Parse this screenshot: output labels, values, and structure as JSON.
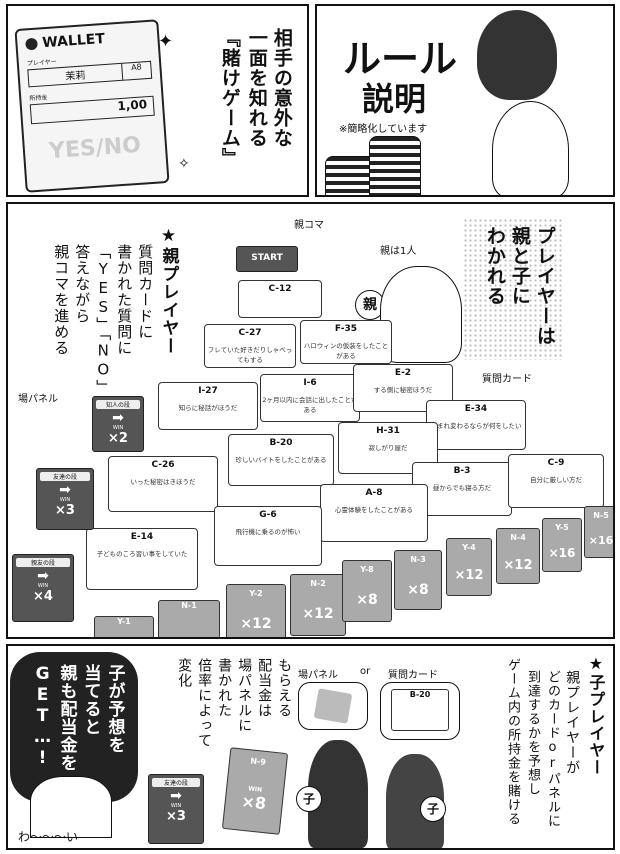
{
  "panel1": {
    "wallet": {
      "logo": "WALLET",
      "player_label": "プレイヤー",
      "player_name": "茉莉",
      "seat": "A8",
      "balance_label": "所持金",
      "balance": "1,00",
      "yes_no": "YES/NO"
    },
    "caption": [
      "相手の意外な",
      "一面を知れる",
      "『賭けゲーム』"
    ]
  },
  "panel2": {
    "title_line1": "ルール",
    "title_line2": "説明",
    "note": "※簡略化しています"
  },
  "panel3": {
    "parent_player_note": [
      "★親プレイヤー",
      "質問カードに",
      "書かれた質問に",
      "「YES」「NO」で",
      "答えながら",
      "親コマを進める"
    ],
    "split_note": [
      "プレイヤーは",
      "親と子に",
      "わかれる"
    ],
    "oyakoma_label": "親コマ",
    "oya_count_label": "親は1人",
    "oya_badge": "親",
    "field_panel_label": "場パネル",
    "question_card_label": "質問カード",
    "start_label": "START",
    "cards": [
      {
        "code": "C-12",
        "text": ""
      },
      {
        "code": "C-27",
        "text": "フレていた好きだりしゃべってもする"
      },
      {
        "code": "F-35",
        "text": "ハロウィンの仮装をしたことがある"
      },
      {
        "code": "I-27",
        "text": "知らに秘話がほうだ"
      },
      {
        "code": "I-6",
        "text": "2ヶ月以内に会話に出したことがある"
      },
      {
        "code": "E-2",
        "text": "する側に秘密ほうだ"
      },
      {
        "code": "E-34",
        "text": "生まれ変わるならが何をしたい"
      },
      {
        "code": "B-20",
        "text": "珍しいバイトをしたことがある"
      },
      {
        "code": "H-31",
        "text": "寂しがり屋だ"
      },
      {
        "code": "C-26",
        "text": "いった秘密はきほうだ"
      },
      {
        "code": "B-3",
        "text": "昼からでも寝る方だ"
      },
      {
        "code": "C-9",
        "text": "自分に厳しい方だ"
      },
      {
        "code": "A-8",
        "text": "心霊体験をしたことがある"
      },
      {
        "code": "G-6",
        "text": "飛行機に乗るのが怖い"
      },
      {
        "code": "E-14",
        "text": "子どものころ習い事をしていた"
      }
    ],
    "tiles": [
      {
        "name": "知人の段",
        "mult": "×2",
        "win": "WIN"
      },
      {
        "name": "友達の段",
        "mult": "×3",
        "win": "WIN"
      },
      {
        "name": "親友の段",
        "mult": "×4",
        "win": "WIN"
      }
    ],
    "bottom_row": [
      {
        "code": "Y-1",
        "mult": ""
      },
      {
        "code": "N-1",
        "mult": ""
      },
      {
        "code": "Y-2",
        "mult": "×12"
      },
      {
        "code": "N-2",
        "mult": "×12"
      },
      {
        "code": "Y-8",
        "mult": "×8"
      },
      {
        "code": "N-3",
        "mult": "×8"
      },
      {
        "code": "Y-4",
        "mult": "×12"
      },
      {
        "code": "N-4",
        "mult": "×12"
      },
      {
        "code": "Y-5",
        "mult": "×16"
      },
      {
        "code": "N-5",
        "mult": "×16"
      }
    ]
  },
  "panel4": {
    "left_bubble": [
      "子が予想を",
      "当てると",
      "親も配当金を",
      "GET…!"
    ],
    "wa_sound": "わ〜〜〜い",
    "payout_note": [
      "もらえる",
      "配当金は",
      "場パネルに",
      "書かれた",
      "倍率によって",
      "変化"
    ],
    "child_note": [
      "★子プレイヤー",
      "親プレイヤーが",
      "どのカードorパネルに",
      "到達するかを予想し",
      "ゲーム内の所持金を賭ける"
    ],
    "bubble_labels": {
      "field": "場パネル",
      "or": "or",
      "card": "質問カード"
    },
    "bubble_card_code": "B-20",
    "tile_small": {
      "name": "友達の段",
      "mult": "×3",
      "win": "WIN"
    },
    "tile_n9": {
      "code": "N-9",
      "mult": "×8",
      "win": "WIN"
    },
    "ko_badge": "子"
  }
}
